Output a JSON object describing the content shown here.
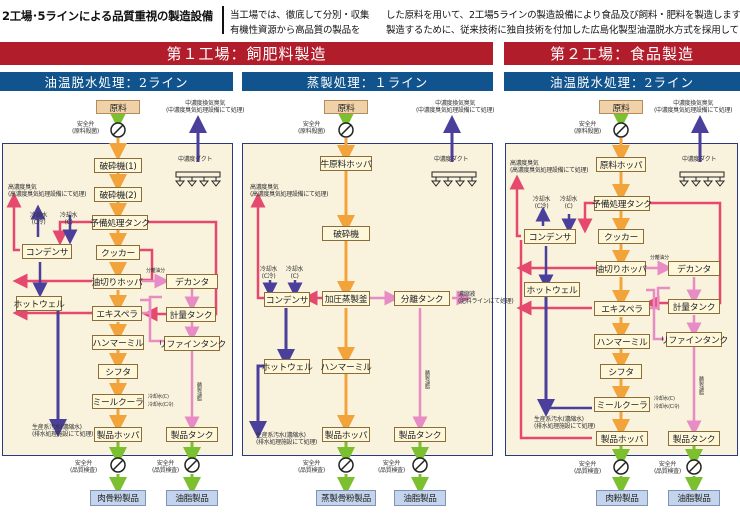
{
  "header": {
    "title": "2工場･5ラインによる品質重視の製造設備",
    "line1_a": "当工場では、徹底して分別・収集",
    "line2_a": "有機性資源から高品質の製品を",
    "line1_b": "した原料を用いて、2工場5ラインの製造設備により食品及び飼料・肥料を製造します。",
    "line2_b": "製造するために、従来技術に独自技術を付加した広島化製型油温脱水方式を採用しています。"
  },
  "factory1": {
    "title": "第１工場：飼肥料製造",
    "lineA": {
      "title": "油温脱水処理：2ライン",
      "raw": "原料",
      "valve": "安全弁",
      "valve_note": "(原料殺菌)",
      "exhaust": "中濃度換気臭気",
      "exhaust_note": "(中濃度臭気処理設備にて処理)",
      "duct": "中濃度ダクト",
      "high_odor": "高濃度臭気",
      "high_odor_note": "(高濃度臭気処理設備にて処理)",
      "coolA": "冷却水",
      "coolA_note": "(C冷)",
      "coolB": "冷却水",
      "coolB_note": "(C)",
      "crusher1": "破砕機(1)",
      "crusher2": "破砕機(2)",
      "pretank": "予備処理タンク",
      "condenser": "コンデンサ",
      "cooker": "クッカー",
      "drain_hopper": "油切りホッパ",
      "separation": "分離油分",
      "decanter": "デカンタ",
      "hotwell": "ホットウェル",
      "expeller": "エキスペラ",
      "meter_tank": "計量タンク",
      "hammer": "ハンマーミル",
      "refine_tank": "リファインタンク",
      "sifter": "シフタ",
      "fat_note": "精製油脂",
      "mill_cooler": "ミールクーラ",
      "cw_c": "冷却水(C)",
      "cw_cr": "冷却水(C冷)",
      "waste": "生産系汚水(濃縮水)",
      "waste_note": "(排水処理施設にて処理)",
      "prod_hopper": "製品ホッパ",
      "prod_tank": "製品タンク",
      "valve_out1": "安全弁",
      "valve_out1_note": "(品質検査)",
      "valve_out2": "安全弁",
      "valve_out2_note": "(品質検査)",
      "product1": "肉骨粉製品",
      "product2": "油脂製品"
    },
    "lineB": {
      "title": "蒸製処理：１ライン",
      "raw": "原料",
      "valve": "安全弁",
      "valve_note": "(原料殺菌)",
      "exhaust": "中濃度換気臭気",
      "exhaust_note": "(中濃度臭気処理設備にて処理)",
      "duct": "中濃度ダクト",
      "high_odor": "高濃度臭気",
      "high_odor_note": "(高濃度臭気処理設備にて処理)",
      "hopper": "牛原料ホッパ",
      "crusher": "破砕機",
      "cool": "冷却水",
      "cool_note": "(C冷)",
      "cool2": "冷却水",
      "cool2_note": "(C)",
      "condenser": "コンデンサ",
      "steamer": "加圧蒸製釜",
      "sep_tank": "分離タンク",
      "conc": "濃縮液",
      "conc_note": "(肥料ラインにて処理)",
      "hotwell": "ホットウェル",
      "hammer": "ハンマーミル",
      "fat_note": "精製油脂",
      "waste": "生産系汚水(濃縮水)",
      "waste_note": "(排水処理施設にて処理)",
      "prod_hopper": "製品ホッパ",
      "prod_tank": "製品タンク",
      "valve_out1": "安全弁",
      "valve_out1_note": "(品質検査)",
      "valve_out2": "安全弁",
      "valve_out2_note": "(品質検査)",
      "product1": "蒸製骨粉製品",
      "product2": "油脂製品"
    }
  },
  "factory2": {
    "title": "第２工場：食品製造",
    "lineA": {
      "title": "油温脱水処理：2ライン",
      "raw": "原料",
      "valve": "安全弁",
      "valve_note": "(原料殺菌)",
      "exhaust": "中濃度換気臭気",
      "exhaust_note": "(中濃度臭気処理設備にて処理)",
      "duct": "中濃度ダクト",
      "high_odor": "高濃度臭気",
      "high_odor_note": "(高濃度臭気処理設備にて処理)",
      "coolA": "冷却水",
      "coolA_note": "(C冷)",
      "coolB": "冷却水",
      "coolB_note": "(C)",
      "hopper": "原料ホッパ",
      "pretank": "予備処理タンク",
      "condenser": "コンデンサ",
      "cooker": "クッカー",
      "drain_hopper": "油切りホッパ",
      "separation": "分離油分",
      "decanter": "デカンタ",
      "hotwell": "ホットウェル",
      "expeller": "エキスペラ",
      "meter_tank": "計量タンク",
      "hammer": "ハンマーミル",
      "refine_tank": "リファインタンク",
      "sifter": "シフタ",
      "fat_note": "精製油脂",
      "mill_cooler": "ミールクーラ",
      "cw_c": "冷却水(C)",
      "cw_cr": "冷却水(C冷)",
      "waste": "生産系汚水(濃縮水)",
      "waste_note": "(排水処理施設にて処理)",
      "prod_hopper": "製品ホッパ",
      "prod_tank": "製品タンク",
      "valve_out1": "安全弁",
      "valve_out1_note": "(品質検査)",
      "valve_out2": "安全弁",
      "valve_out2_note": "(品質検査)",
      "product1": "肉粉製品",
      "product2": "油脂製品"
    }
  },
  "colors": {
    "flow": "#f2a43a",
    "steam": "#e54a6e",
    "water": "#4a3f9a",
    "fat": "#e78cc4",
    "valve": "#7cc02f",
    "band": "#b11d2b",
    "subband": "#11538c"
  }
}
